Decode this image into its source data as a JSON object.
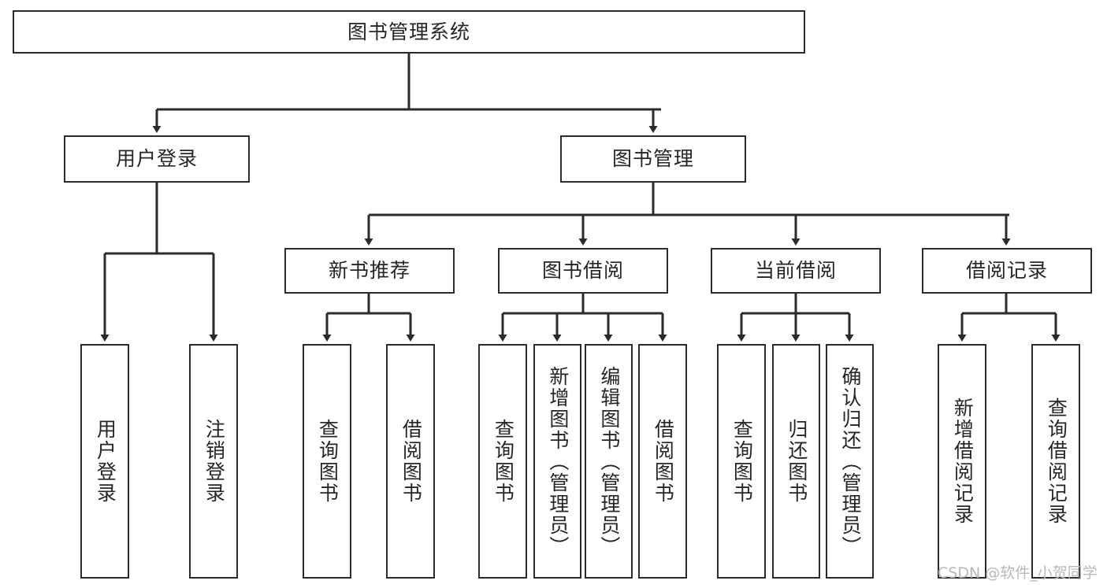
{
  "diagram": {
    "type": "tree-flowchart",
    "title": "图书管理系统",
    "watermark": "CSDN @软件_小贺同学",
    "colors": {
      "stroke": "#2b2b2b",
      "fill": "#ffffff",
      "text": "#262626",
      "watermark": "#b9b9b9"
    },
    "nodes": {
      "root": {
        "label": "图书管理系统"
      },
      "level2": [
        {
          "id": "user-login",
          "label": "用户登录"
        },
        {
          "id": "book-manage",
          "label": "图书管理"
        }
      ],
      "level3": [
        {
          "id": "new-book-recommend",
          "label": "新书推荐"
        },
        {
          "id": "book-borrow",
          "label": "图书借阅"
        },
        {
          "id": "current-borrow",
          "label": "当前借阅"
        },
        {
          "id": "borrow-record",
          "label": "借阅记录"
        }
      ],
      "leaves": {
        "user_login": [
          {
            "id": "leaf-user-login",
            "label": "用户登录"
          },
          {
            "id": "leaf-logout",
            "label": "注销登录"
          }
        ],
        "new_book_recommend": [
          {
            "id": "leaf-query-book-1",
            "label": "查询图书"
          },
          {
            "id": "leaf-borrow-book-1",
            "label": "借阅图书"
          }
        ],
        "book_borrow": [
          {
            "id": "leaf-query-book-2",
            "label": "查询图书"
          },
          {
            "id": "leaf-add-book",
            "label": "新增图书（管理员）"
          },
          {
            "id": "leaf-edit-book",
            "label": "编辑图书（管理员）"
          },
          {
            "id": "leaf-borrow-book-2",
            "label": "借阅图书"
          }
        ],
        "current_borrow": [
          {
            "id": "leaf-query-book-3",
            "label": "查询图书"
          },
          {
            "id": "leaf-return-book",
            "label": "归还图书"
          },
          {
            "id": "leaf-confirm-return",
            "label": "确认归还（管理员）"
          }
        ],
        "borrow_record": [
          {
            "id": "leaf-add-record",
            "label": "新增借阅记录"
          },
          {
            "id": "leaf-query-record",
            "label": "查询借阅记录"
          }
        ]
      }
    }
  }
}
